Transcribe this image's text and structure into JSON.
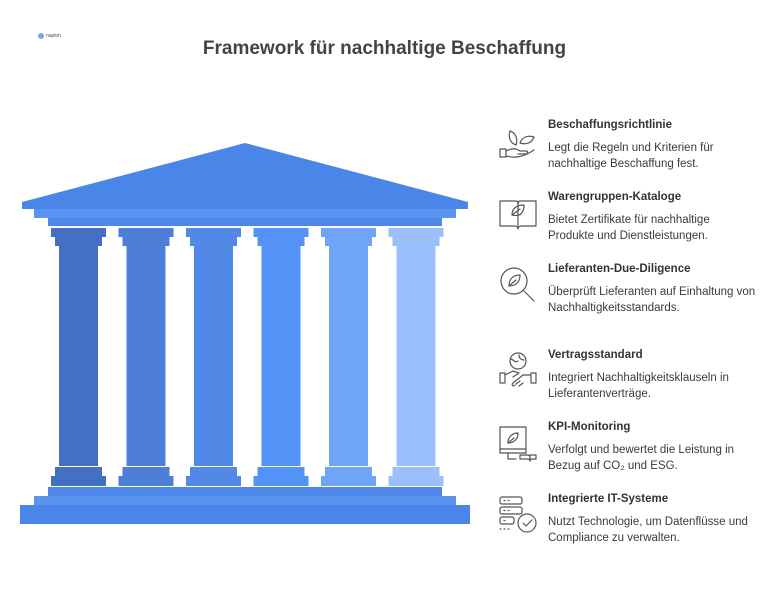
{
  "logo": {
    "text": "napkin"
  },
  "title": "Framework für nachhaltige Beschaffung",
  "colors": {
    "roof": "#4a86e8",
    "pillars": [
      "#4470c4",
      "#4d7ed8",
      "#5288e6",
      "#5592f7",
      "#6fa4f8",
      "#9bbffb"
    ]
  },
  "items": [
    {
      "icon": "hand-leaves-icon",
      "heading": "Beschaffungsrichtlinie",
      "description": "Legt die Regeln und Kriterien für nachhaltige Beschaffung fest."
    },
    {
      "icon": "book-leaf-icon",
      "heading": "Warengruppen-Kataloge",
      "description": "Bietet Zertifikate für nachhaltige Produkte und Dienstleistungen."
    },
    {
      "icon": "magnifier-leaf-icon",
      "heading": "Lieferanten-Due-Diligence",
      "description": "Überprüft Lieferanten auf Einhaltung von Nachhaltigkeitsstandards."
    },
    {
      "icon": "handshake-globe-icon",
      "heading": "Vertragsstandard",
      "description": "Integriert Nachhaltigkeitsklauseln in Lieferantenverträge."
    },
    {
      "icon": "monitor-book-icon",
      "heading": "KPI-Monitoring",
      "description": "Verfolgt und bewertet die Leistung in Bezug auf CO₂ und ESG."
    },
    {
      "icon": "server-check-icon",
      "heading": "Integrierte IT-Systeme",
      "description": "Nutzt Technologie, um Datenflüsse und Compliance zu verwalten."
    }
  ]
}
